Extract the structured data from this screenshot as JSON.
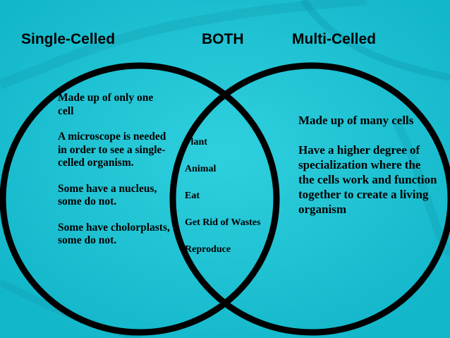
{
  "colors": {
    "background": "#1ec4d4",
    "circle_stroke": "#000000"
  },
  "headers": {
    "left": "Single-Celled",
    "middle": "BOTH",
    "right": "Multi-Celled"
  },
  "left": [
    "Made up of only one cell",
    "A microscope is needed in order to see a single-celled organism.",
    "Some have a nucleus, some do not.",
    "Some have cholorplasts, some do not."
  ],
  "both": [
    "Plant",
    "Animal",
    "Eat",
    "Get Rid of Wastes",
    "Reproduce"
  ],
  "right": [
    "Made up of many cells",
    "Have a higher degree of specialization where the the cells work and function together to create a living organism"
  ]
}
